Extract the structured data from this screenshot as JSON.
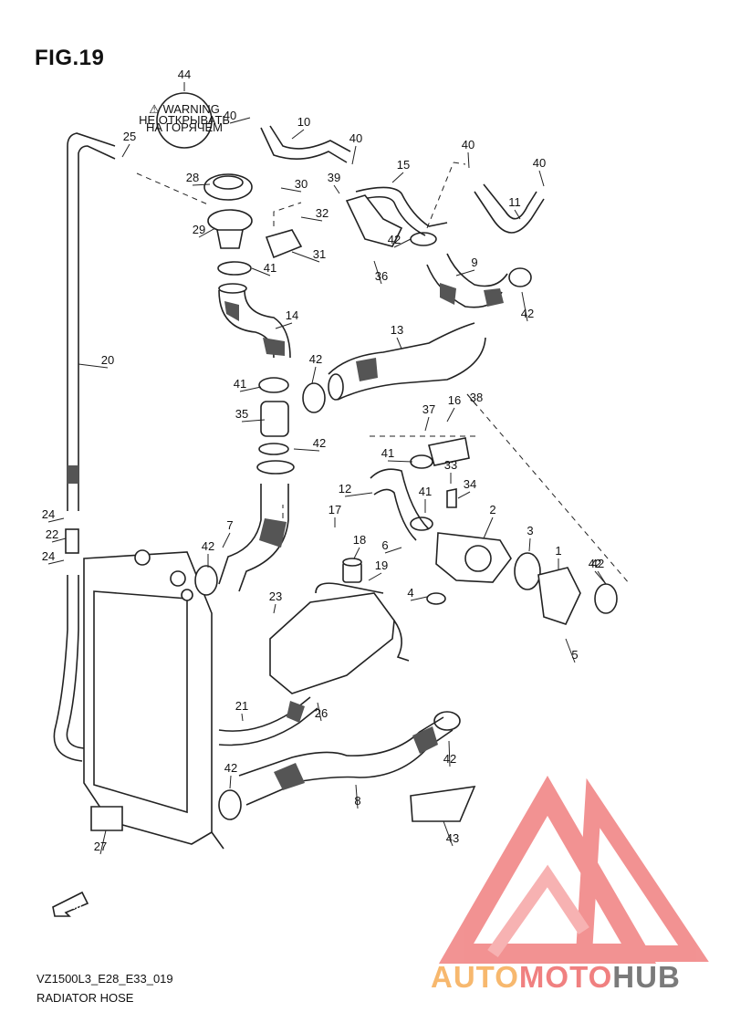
{
  "figure": {
    "title": "FIG.19",
    "code": "VZ1500L3_E28_E33_019",
    "name": "RADIATOR HOSE"
  },
  "cap_label": {
    "line1": "⚠ WARNING",
    "line2": "НЕ ОТКРЫВАТЬ",
    "line3": "НА ГОРЯЧЕМ"
  },
  "fwd_label": "FWD",
  "watermark": {
    "part1": "AUTO",
    "part2": "MOTO",
    "part3": "HUB",
    "color_light": "#f7b86e",
    "color_red": "#f08080",
    "color_gray": "#7a7a7a"
  },
  "parts": [
    {
      "key": "p44",
      "number": "44"
    },
    {
      "key": "p40a",
      "number": "40"
    },
    {
      "key": "p10",
      "number": "10"
    },
    {
      "key": "p25",
      "number": "25"
    },
    {
      "key": "p40b",
      "number": "40"
    },
    {
      "key": "p15",
      "number": "15"
    },
    {
      "key": "p40c",
      "number": "40"
    },
    {
      "key": "p40d",
      "number": "40"
    },
    {
      "key": "p28",
      "number": "28"
    },
    {
      "key": "p30",
      "number": "30"
    },
    {
      "key": "p39",
      "number": "39"
    },
    {
      "key": "p11",
      "number": "11"
    },
    {
      "key": "p29",
      "number": "29"
    },
    {
      "key": "p32",
      "number": "32"
    },
    {
      "key": "p42a",
      "number": "42"
    },
    {
      "key": "p31",
      "number": "31"
    },
    {
      "key": "p41a",
      "number": "41"
    },
    {
      "key": "p36",
      "number": "36"
    },
    {
      "key": "p9",
      "number": "9"
    },
    {
      "key": "p42b",
      "number": "42"
    },
    {
      "key": "p14",
      "number": "14"
    },
    {
      "key": "p13",
      "number": "13"
    },
    {
      "key": "p20",
      "number": "20"
    },
    {
      "key": "p41b",
      "number": "41"
    },
    {
      "key": "p42c",
      "number": "42"
    },
    {
      "key": "p38",
      "number": "38"
    },
    {
      "key": "p16",
      "number": "16"
    },
    {
      "key": "p37",
      "number": "37"
    },
    {
      "key": "p35",
      "number": "35"
    },
    {
      "key": "p42d",
      "number": "42"
    },
    {
      "key": "p41c",
      "number": "41"
    },
    {
      "key": "p33",
      "number": "33"
    },
    {
      "key": "p12",
      "number": "12"
    },
    {
      "key": "p34",
      "number": "34"
    },
    {
      "key": "p41d",
      "number": "41"
    },
    {
      "key": "p24a",
      "number": "24"
    },
    {
      "key": "p2",
      "number": "2"
    },
    {
      "key": "p17",
      "number": "17"
    },
    {
      "key": "p22",
      "number": "22"
    },
    {
      "key": "p7",
      "number": "7"
    },
    {
      "key": "p3",
      "number": "3"
    },
    {
      "key": "p18",
      "number": "18"
    },
    {
      "key": "p6",
      "number": "6"
    },
    {
      "key": "p1",
      "number": "1"
    },
    {
      "key": "p42e",
      "number": "42"
    },
    {
      "key": "p24b",
      "number": "24"
    },
    {
      "key": "p42f",
      "number": "42"
    },
    {
      "key": "p19",
      "number": "19"
    },
    {
      "key": "p42g",
      "number": "42"
    },
    {
      "key": "p4",
      "number": "4"
    },
    {
      "key": "p23",
      "number": "23"
    },
    {
      "key": "p5",
      "number": "5"
    },
    {
      "key": "p21",
      "number": "21"
    },
    {
      "key": "p26",
      "number": "26"
    },
    {
      "key": "p42h",
      "number": "42"
    },
    {
      "key": "p42i",
      "number": "42"
    },
    {
      "key": "p8",
      "number": "8"
    },
    {
      "key": "p27",
      "number": "27"
    },
    {
      "key": "p43",
      "number": "43"
    }
  ]
}
